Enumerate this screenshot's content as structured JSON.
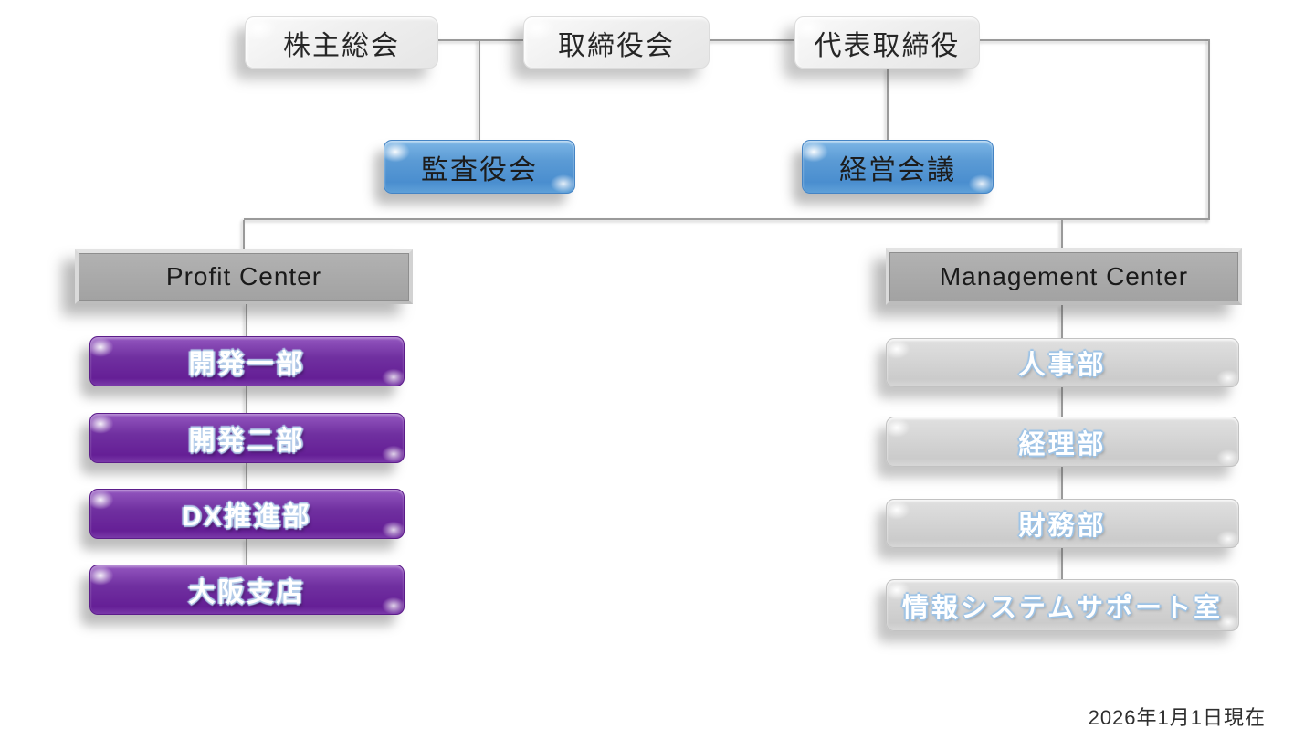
{
  "diagram": {
    "top_nodes": [
      {
        "label": "株主総会"
      },
      {
        "label": "取締役会"
      },
      {
        "label": "代表取締役"
      }
    ],
    "committees": [
      {
        "label": "監査役会"
      },
      {
        "label": "経営会議"
      }
    ],
    "profit_center": {
      "header": "Profit Center",
      "departments": [
        "開発一部",
        "開発二部",
        "DX推進部",
        "大阪支店"
      ]
    },
    "management_center": {
      "header": "Management Center",
      "departments": [
        "人事部",
        "経理部",
        "財務部",
        "情報システムサポート室"
      ]
    },
    "as_of_date": "2026年1月1日現在",
    "colors": {
      "committee_blue": "#5B9BD5",
      "department_purple": "#7030A0",
      "center_header_gray": "#ABABAB",
      "department_gray": "#D5D5D5",
      "top_node_white": "#EFEFEF",
      "connector_gray": "#9A9A9A",
      "label_glow_blue": "#9DC3E6"
    }
  }
}
